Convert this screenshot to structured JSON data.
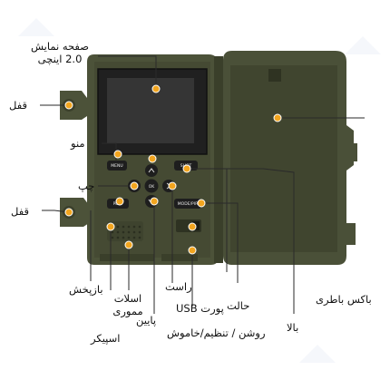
{
  "labels": {
    "display": "صفحه نمایش\n2.0 اینچی",
    "lock_top": "قفل",
    "menu": "منو",
    "left": "چپ",
    "lock_bottom": "قفل",
    "playback": "بازپخش",
    "memory_slot": "اسلات\nمموری",
    "speaker": "اسپیکر",
    "down": "پایین",
    "right": "راست",
    "usb": "پورت USB",
    "power": "روشن / تنظیم/خاموش",
    "mode": "حالت",
    "up": "بالا",
    "battery": "باکس باطری"
  },
  "button_text": {
    "menu": "MENU",
    "shot": "SHOT",
    "ok": "OK",
    "play": "PLAY",
    "mode": "MODE/PIR"
  },
  "colors": {
    "accent": "#f2a51f",
    "body": "#4a5038",
    "body_dark": "#353a28",
    "screen": "#1c1c1c",
    "line": "#2a2a2a"
  }
}
